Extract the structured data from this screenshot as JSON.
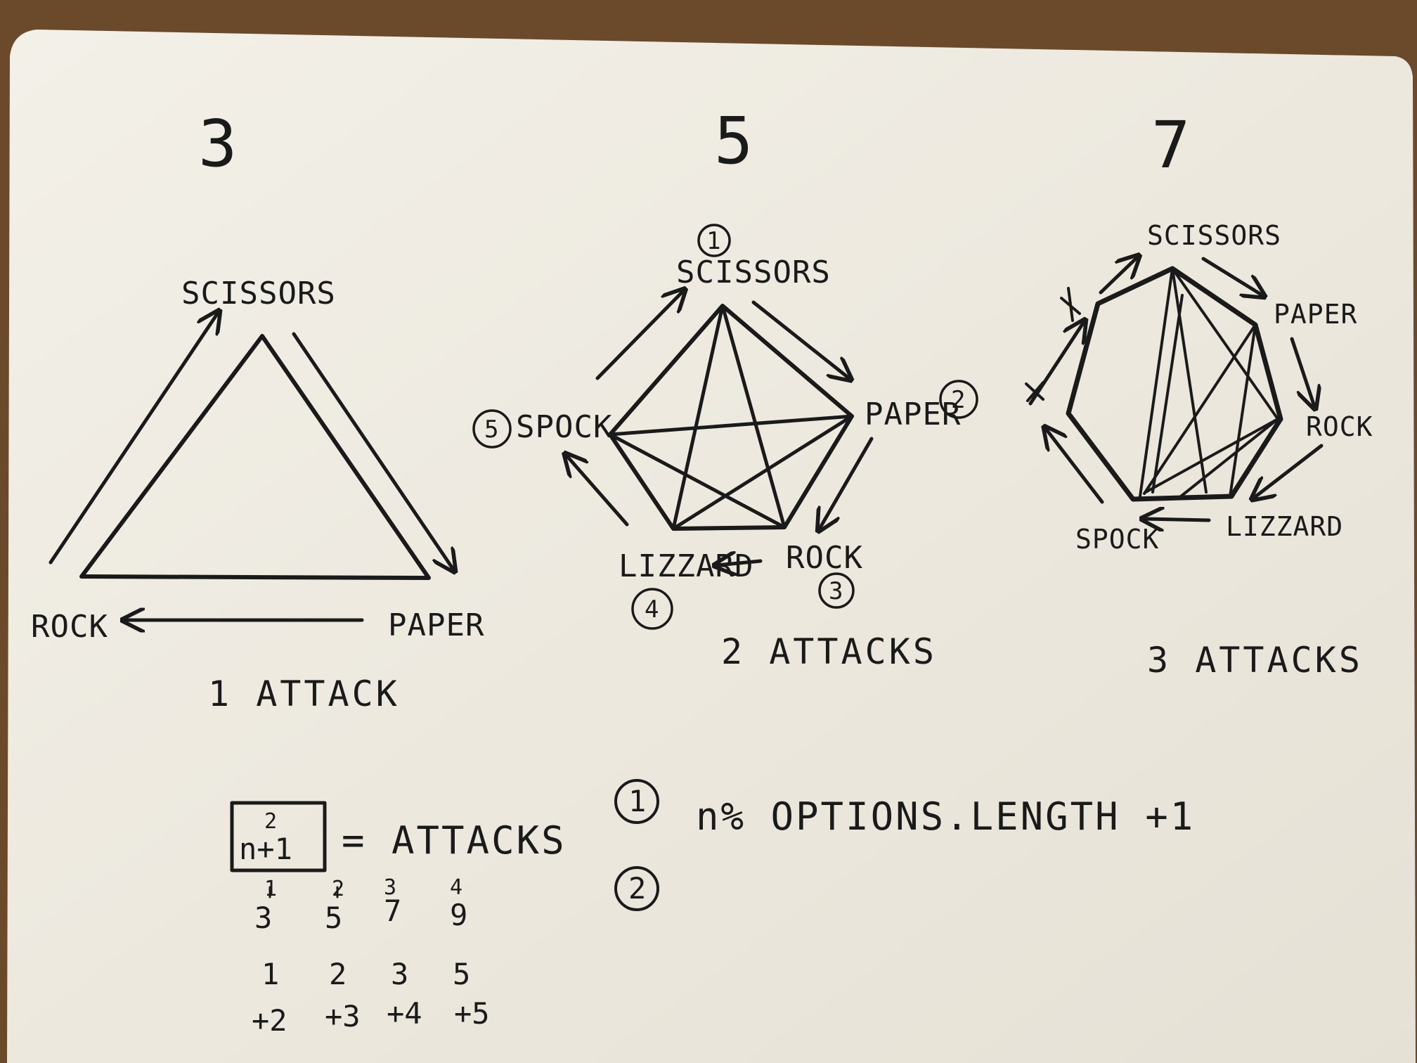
{
  "colors": {
    "paper": "#efebe2",
    "ink": "#1a1a1a",
    "table": "#6b4a2c"
  },
  "diagrams": [
    {
      "count": "3",
      "nodes": {
        "top": "SCISSORS",
        "left": "ROCK",
        "right": "PAPER"
      },
      "caption": "1 ATTACK"
    },
    {
      "count": "5",
      "nodes": {
        "top": "SCISSORS",
        "right": "PAPER",
        "bottom_right": "ROCK",
        "bottom_left": "LIZZARD",
        "left": "SPOCK"
      },
      "node_numbers": [
        "1",
        "2",
        "3",
        "4",
        "5"
      ],
      "caption": "2 ATTACKS"
    },
    {
      "count": "7",
      "nodes": {
        "top": "SCISSORS",
        "right_upper": "PAPER",
        "right": "ROCK",
        "bottom_right": "LIZZARD",
        "bottom_left": "SPOCK"
      },
      "caption": "3 ATTACKS"
    }
  ],
  "formula": {
    "box_top": "2",
    "box_main": "n+1",
    "equals_text": "= ATTACKS",
    "index_row": [
      "1",
      "2",
      "3",
      "4"
    ],
    "options_row": [
      "3",
      "5",
      "7",
      "9"
    ],
    "attacks_row": [
      "1",
      "2",
      "3",
      "5"
    ],
    "increment_row": [
      "+2",
      "+3",
      "+4",
      "+5"
    ]
  },
  "notes": [
    {
      "number": "1",
      "text": "n% OPTIONS.LENGTH +1"
    },
    {
      "number": "2",
      "text": ""
    }
  ]
}
